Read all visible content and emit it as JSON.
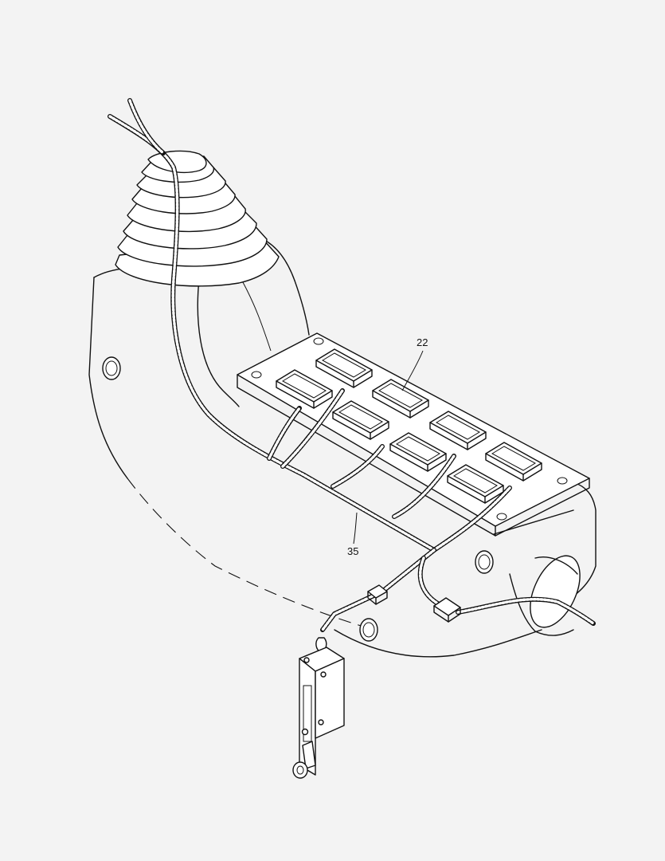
{
  "diagram": {
    "reference_numerals": [
      {
        "id": "ref-22",
        "text": "22"
      },
      {
        "id": "ref-35",
        "text": "35"
      }
    ],
    "components": [
      "armrest-console",
      "rubber-boot",
      "switch-panel",
      "rocker-switch",
      "wiring-harness",
      "connector",
      "limit-switch",
      "mounting-hole"
    ]
  }
}
